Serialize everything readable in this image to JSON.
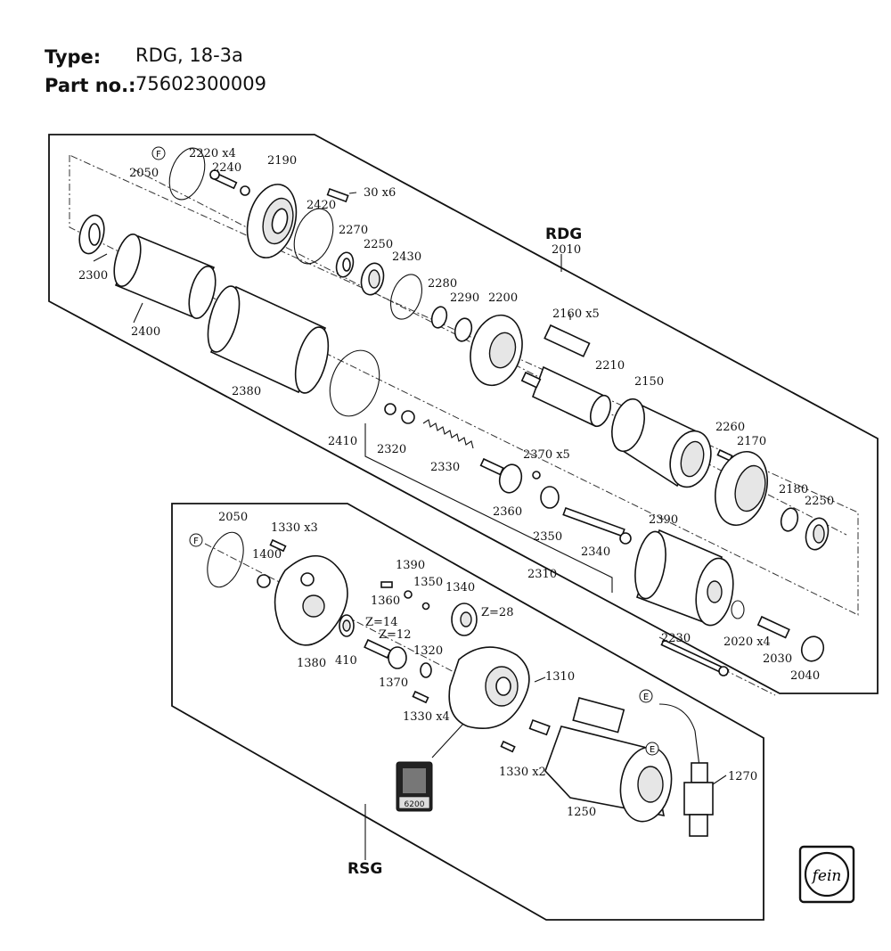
{
  "header": {
    "type_label": "Type:",
    "type_value": "RDG, 18-3a",
    "partno_label": "Part no.:",
    "partno_value": "75602300009"
  },
  "groups": {
    "rdg": "RDG",
    "rdg_code": "2010",
    "rsg": "RSG"
  },
  "markers": {
    "f": "F",
    "e": "E"
  },
  "tool_badge": "6200",
  "labels": {
    "p2050a": "2050",
    "p2220": "2220 x4",
    "p2240": "2240",
    "p2190": "2190",
    "p30x6": "30 x6",
    "p2420": "2420",
    "p2270": "2270",
    "p2250a": "2250",
    "p2430": "2430",
    "p2280": "2280",
    "p2290": "2290",
    "p2200": "2200",
    "p2160": "2160 x5",
    "p2210": "2210",
    "p2150": "2150",
    "p2260": "2260",
    "p2170": "2170",
    "p2180": "2180",
    "p2250b": "2250",
    "p2300": "2300",
    "p2400": "2400",
    "p2380": "2380",
    "p2410": "2410",
    "p2320": "2320",
    "p2330": "2330",
    "p2370": "2370 x5",
    "p2360": "2360",
    "p2350": "2350",
    "p2340": "2340",
    "p2310": "2310",
    "p2390": "2390",
    "p2230": "2230",
    "p2020": "2020 x4",
    "p2030": "2030",
    "p2040": "2040",
    "p2050b": "2050",
    "p1330x3": "1330 x3",
    "p1400": "1400",
    "p1380": "1380",
    "p410": "410",
    "pz14": "Z=14",
    "pz12": "Z=12",
    "p1370": "1370",
    "p1390": "1390",
    "p1360": "1360",
    "p1350": "1350",
    "p1340": "1340",
    "pz28": "Z=28",
    "p1320": "1320",
    "p1310": "1310",
    "p1330x4": "1330 x4",
    "p1330x2": "1330 x2",
    "p1250": "1250",
    "p1270": "1270"
  },
  "logo_text": "fein"
}
